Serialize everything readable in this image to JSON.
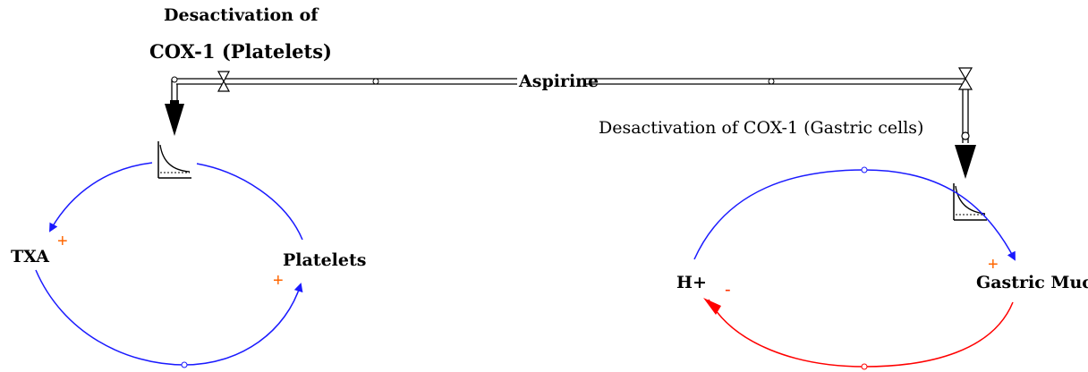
{
  "labels": {
    "cox1_platelets_line1": "Desactivation of",
    "cox1_platelets_line2": "COX-1 (Platelets)",
    "aspirine": "Aspirine",
    "cox1_gastric": "Desactivation of COX-1 (Gastric cells)",
    "txa": "TXA",
    "platelets": "Platelets",
    "h_plus": "H+",
    "gastric_mucin": "Gastric Mucin"
  },
  "polarities": {
    "txa": "+",
    "platelets": "+",
    "gastric_mucin": "+",
    "h_plus": "-"
  },
  "colors": {
    "link_blue": "#1a1aff",
    "link_red": "#ff0000",
    "plus_orange": "#ff6600",
    "minus_red": "#ff3300",
    "pipe": "#000000"
  }
}
